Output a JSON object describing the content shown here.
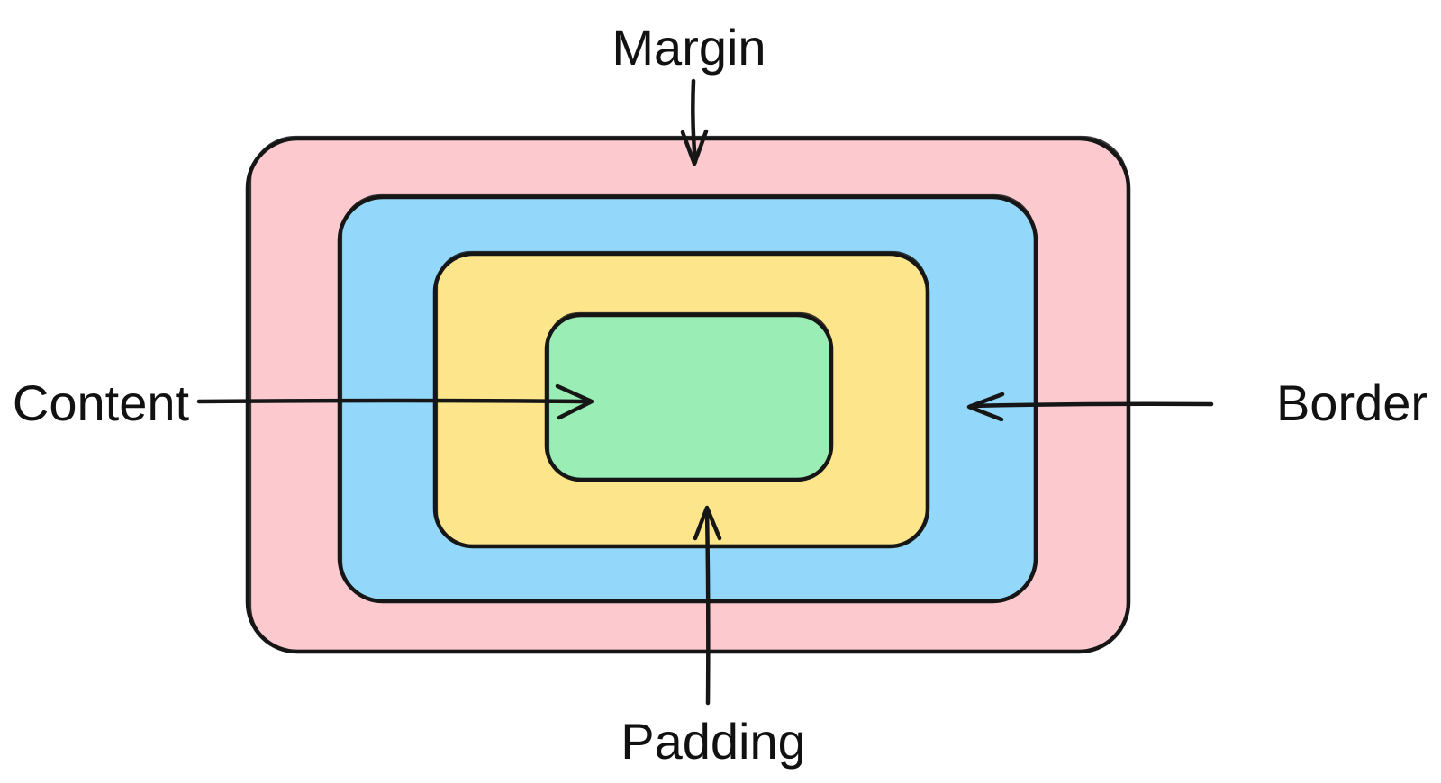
{
  "diagram": {
    "labels": {
      "margin": "Margin",
      "border": "Border",
      "padding": "Padding",
      "content": "Content"
    },
    "colors": {
      "margin_fill": "#FBC9CE",
      "border_fill": "#93D8FB",
      "padding_fill": "#FCE58A",
      "content_fill": "#9AEEB5",
      "stroke": "#161616",
      "label_text": "#111111",
      "background": "#FFFFFF"
    }
  }
}
